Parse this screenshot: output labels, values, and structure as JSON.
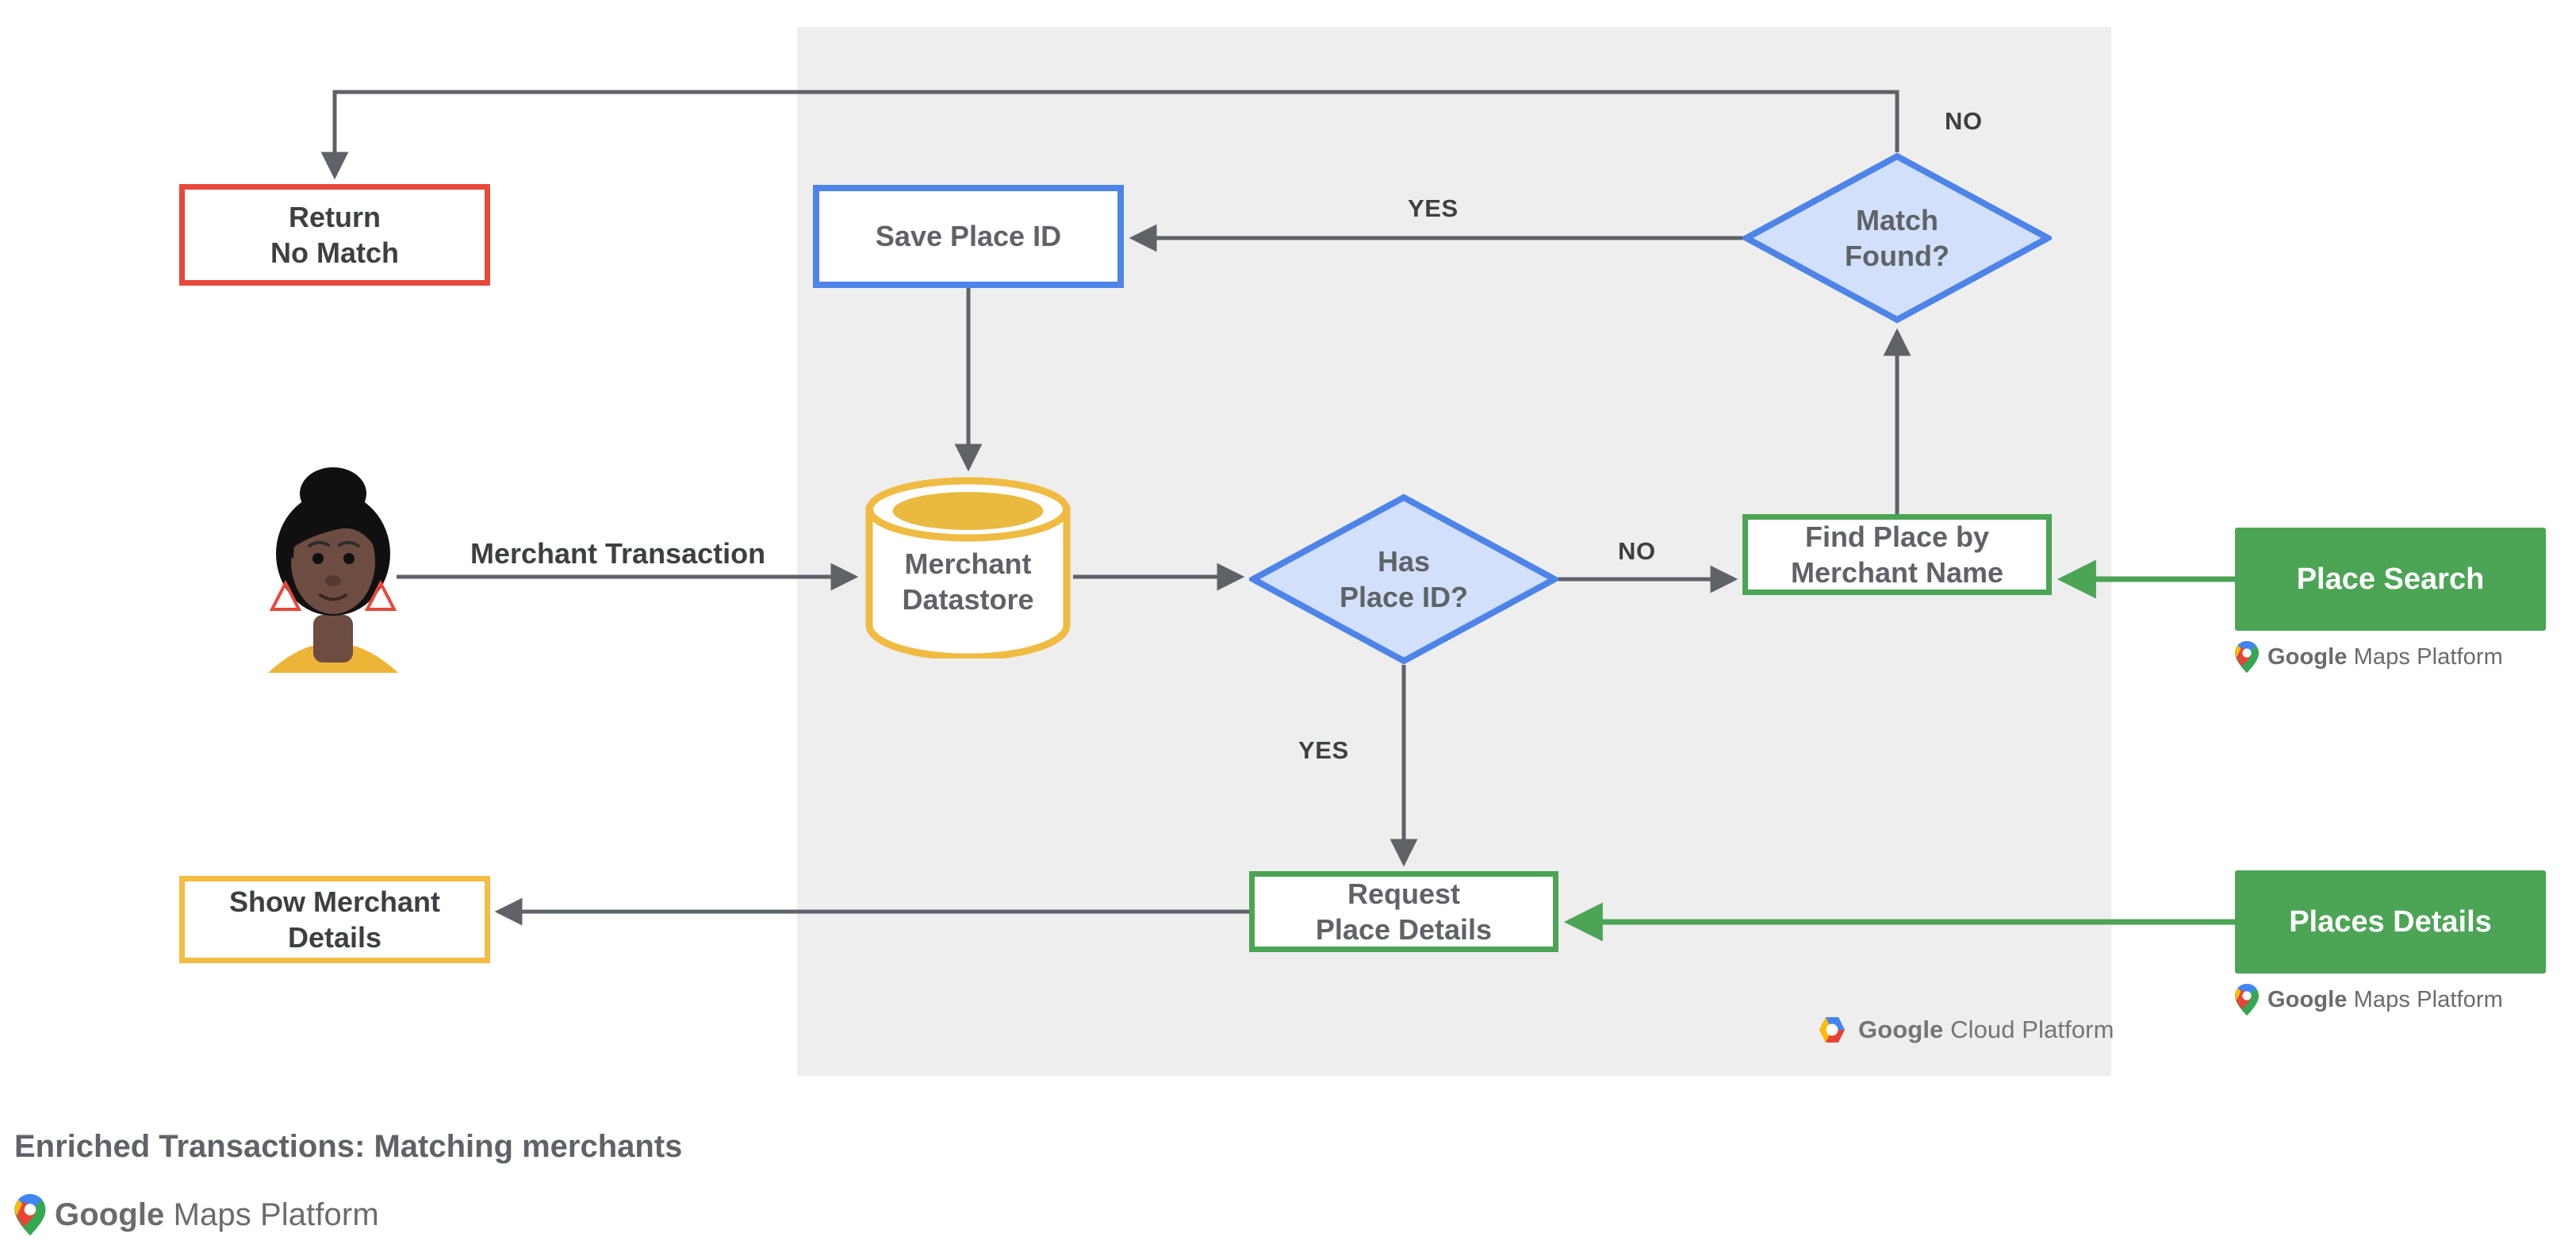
{
  "diagram": {
    "title": "Enriched Transactions: Matching merchants",
    "panel": {
      "name": "Google Cloud Platform",
      "logo_text_bold": "Google",
      "logo_text_light": "Cloud Platform",
      "background_color": "#eeeeee"
    },
    "actor": {
      "name": "merchant-customer-avatar",
      "skin_color": "#6d4c41",
      "hair_color": "#101010",
      "shirt_color": "#eeb437",
      "earring_color": "#e8483a"
    },
    "flow_label": "Merchant Transaction",
    "nodes": [
      {
        "id": "return-no-match",
        "label_line1": "Return",
        "label_line2": "No Match",
        "shape": "rect",
        "border_color": "#e8483a",
        "fill_color": "#ffffff"
      },
      {
        "id": "save-place-id",
        "label_line1": "Save Place ID",
        "label_line2": "",
        "shape": "rect",
        "border_color": "#4e84e8",
        "fill_color": "#ffffff"
      },
      {
        "id": "merchant-datastore",
        "label_line1": "Merchant",
        "label_line2": "Datastore",
        "shape": "cylinder",
        "border_color": "#f0bb42",
        "fill_color": "#ffffff"
      },
      {
        "id": "has-place-id",
        "label_line1": "Has",
        "label_line2": "Place ID?",
        "shape": "diamond",
        "border_color": "#4e84e8",
        "fill_color": "#d2e0fb"
      },
      {
        "id": "match-found",
        "label_line1": "Match",
        "label_line2": "Found?",
        "shape": "diamond",
        "border_color": "#4e84e8",
        "fill_color": "#d2e0fb"
      },
      {
        "id": "find-place-by-merchant-name",
        "label_line1": "Find Place by",
        "label_line2": "Merchant Name",
        "shape": "rect",
        "border_color": "#4ca455",
        "fill_color": "#ffffff"
      },
      {
        "id": "request-place-details",
        "label_line1": "Request",
        "label_line2": "Place Details",
        "shape": "rect",
        "border_color": "#4ca455",
        "fill_color": "#ffffff"
      },
      {
        "id": "show-merchant-details",
        "label_line1": "Show Merchant",
        "label_line2": "Details",
        "shape": "rect",
        "border_color": "#f4bc43",
        "fill_color": "#ffffff"
      }
    ],
    "product_cards": [
      {
        "id": "place-search",
        "label": "Place Search",
        "color": "#4ca455",
        "attribution_bold": "Google",
        "attribution_light": "Maps Platform"
      },
      {
        "id": "places-details",
        "label": "Places Details",
        "color": "#4ca455",
        "attribution_bold": "Google",
        "attribution_light": "Maps Platform"
      }
    ],
    "edge_labels": {
      "match_found_no": "NO",
      "match_found_yes": "YES",
      "has_place_id_no": "NO",
      "has_place_id_yes": "YES"
    },
    "footer": {
      "attribution_bold": "Google",
      "attribution_light": "Maps Platform"
    },
    "colors": {
      "arrow_gray": "#5f6368",
      "arrow_green": "#4ca455",
      "text_gray": "#5f6368",
      "text_dark": "#3c4043"
    }
  }
}
